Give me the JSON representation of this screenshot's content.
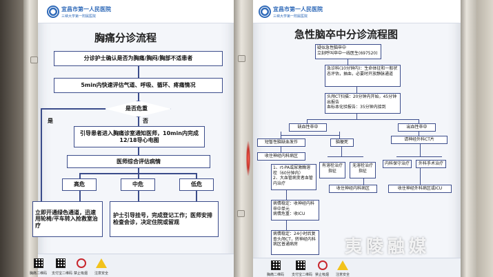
{
  "left_poster": {
    "hospital_name": "宜昌市第一人民医院",
    "hospital_sub": "三峡大学第一附属医院",
    "title": "胸痛分诊流程",
    "steps": {
      "triage_confirm": "分诊护士确认是否为胸痛/胸闷/胸部不适患者",
      "assess": "5min内快速评估气道、呼吸、循环、疼痛情况",
      "danger_question": "是否危重",
      "yes_label": "是",
      "no_label": "否",
      "guide": "引导患者进入胸痛诊室通知医师，10min内完成12/18导心电图",
      "evaluate": "医师综合评估病情",
      "high_risk": "高危",
      "mid_risk": "中危",
      "low_risk": "低危",
      "green_channel": "立即开通绿色通道，迅速用轮椅/平车转入抢救室治疗",
      "nurse_register": "护士引导挂号，完成登记工作；医师安排检查会诊，决定住院或留观"
    },
    "footer": [
      "胸痛二维码",
      "支付宝二维码",
      "禁止吸烟",
      "注意安全"
    ]
  },
  "right_poster": {
    "hospital_name": "宜昌市第一人民医院",
    "hospital_sub": "三峡大学第一附属医院",
    "title": "急性脑卒中分诊流程图",
    "steps": {
      "suspect": "疑似急性脑卒中\n立刻呼叫卒中一线医生(697520)",
      "consult": "急诊科(10分钟内)：生命体征和一般状态评估，抽血，必要时开放静脉通道",
      "ct": "头颅CT扫描：20分钟内开始，45分钟出报告\n血标本化验报告：35分钟内接到",
      "ischemic": "缺血性卒中",
      "hemorrhagic": "出血性卒中",
      "tia": "短暂性脑缺血发作",
      "cerebral_infarct": "脑梗死",
      "neuro_consult": "请神经外科CT片",
      "admit_neuro": "收住神经内科病区",
      "has_thrombolysis": "有溶栓治疗指征",
      "no_thrombolysis": "无溶栓治疗指征",
      "medical_treatment": "内科保守治疗",
      "surgical_treatment": "外科手术治疗",
      "rtpa": "1、rt-PA或尿激酶溶栓（60分钟内）\n2、大血管病变者血管内治疗",
      "admit_neuro2": "收住神经内科病区",
      "admit_surgery_icu": "收住神经外科病区或ICU",
      "stable": "病情稳定：收神经内科卒中单元\n病情危重：收ICU",
      "recheck": "病情稳定：24小时后复查头颅CT，转神经内科病区普通病房"
    },
    "footer": [
      "胸痛二维码",
      "支付宝二维码",
      "禁止吸烟",
      "注意安全"
    ]
  },
  "watermark": "夷陵融媒",
  "colors": {
    "accent": "#2e69b8",
    "border": "#3a4b8a"
  }
}
